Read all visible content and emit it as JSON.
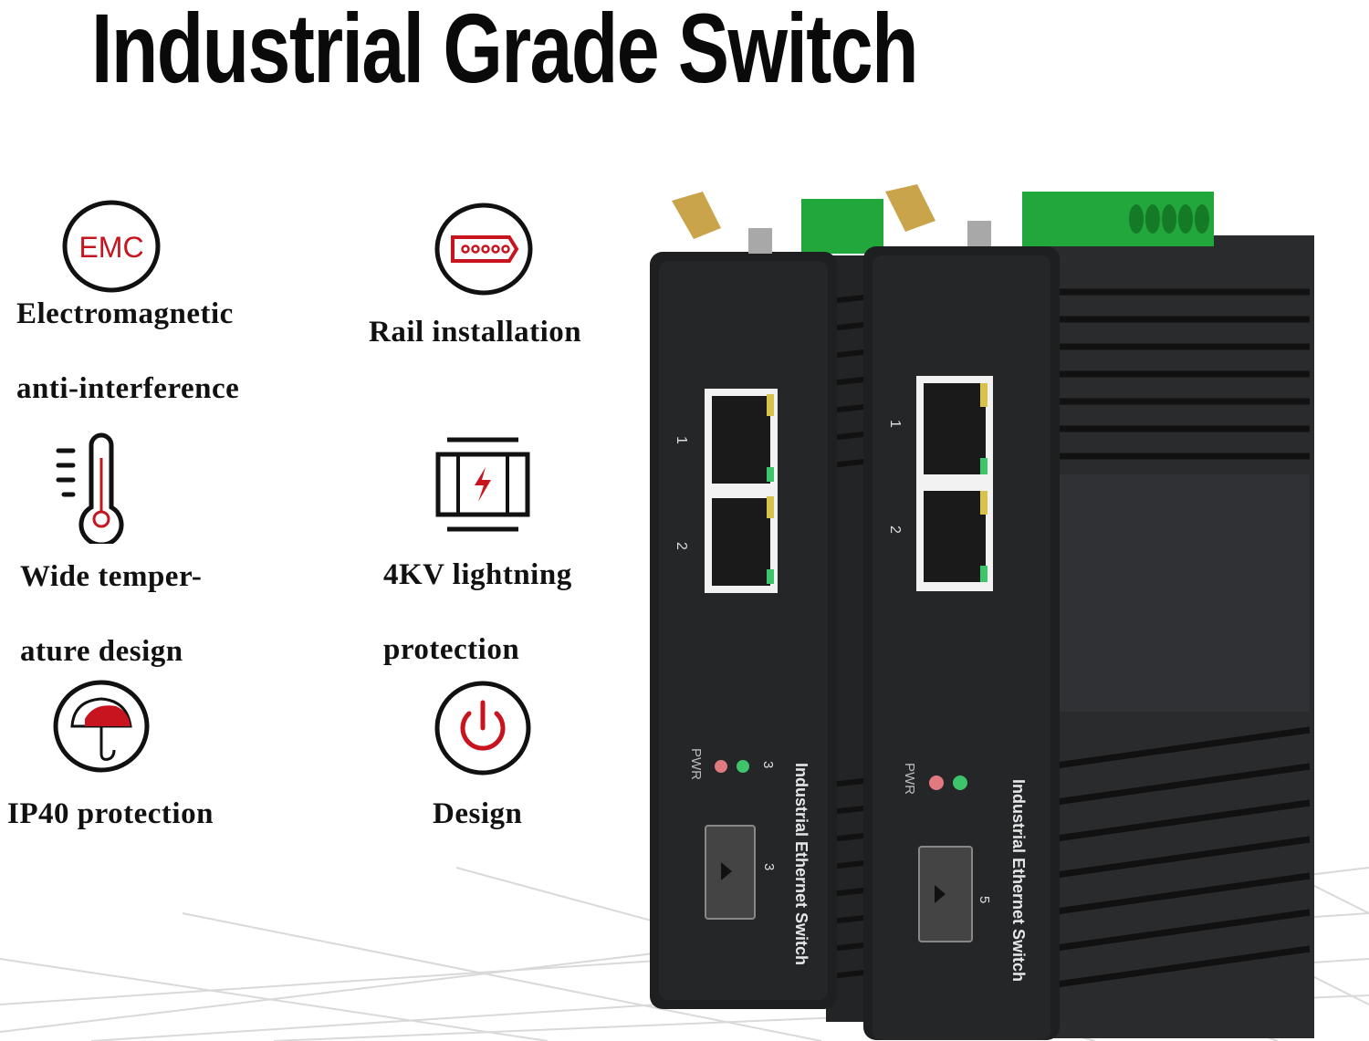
{
  "title": "Industrial Grade Switch",
  "features": [
    {
      "icon": "emc-icon",
      "icon_text": "EMC",
      "line1": "Electromagnetic",
      "line2": "anti-interference"
    },
    {
      "icon": "rail-icon",
      "line1": "Rail installation"
    },
    {
      "icon": "thermometer-icon",
      "line1": "Wide temper-",
      "line2": "ature design"
    },
    {
      "icon": "lightning-icon",
      "line1": "4KV lightning",
      "line2": "protection"
    },
    {
      "icon": "umbrella-icon",
      "line1": "IP40 protection"
    },
    {
      "icon": "power-icon",
      "line1": "Design"
    }
  ],
  "devices": [
    {
      "label": "Industrial Ethernet Switch",
      "ports": [
        "1",
        "2"
      ],
      "led_label": "PWR",
      "led_port": "3",
      "sfp_port": "3"
    },
    {
      "label": "Industrial Ethernet Switch",
      "ports": [
        "1",
        "2"
      ],
      "led_label": "PWR",
      "sfp_port": "5"
    }
  ],
  "colors": {
    "accent_red": "#c8141e",
    "terminal_green": "#22a83a",
    "device_black": "#1e1f21",
    "led_red": "#e07a80",
    "led_green": "#3ec46a"
  }
}
